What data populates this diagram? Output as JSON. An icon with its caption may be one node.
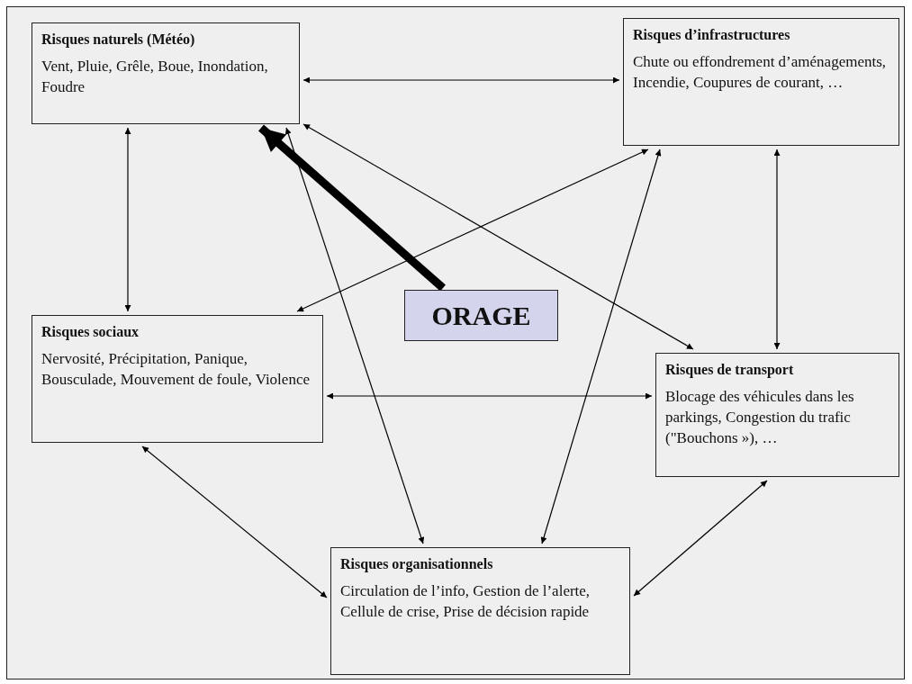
{
  "diagram": {
    "nodes": [
      {
        "text": [
          "Risques naturels (Météo)",
          "Vent, Pluie, Grêle, Boue, Inondation, Foudre"
        ]
      },
      {
        "text": [
          "Risques d’infrastructures",
          "Chute ou effondrement d’aménagements, Incendie, Coupures de courant, …"
        ]
      },
      {
        "text": [
          "ORAGE"
        ]
      },
      {
        "text": [
          "Risques sociaux",
          "Nervosité, Précipitation, Panique, Bousculade, Mouvement de foule, Violence"
        ]
      },
      {
        "text": [
          "Risques de transport",
          "Blocage des véhicules dans les parkings, Congestion du trafic (\"Bouchons  »), …"
        ]
      },
      {
        "text": [
          "Risques organisationnels",
          "Circulation de l’info, Gestion de l’alerte, Cellule de crise, Prise de décision rapide"
        ]
      }
    ],
    "edges": [
      {
        "from": 0,
        "to": 1,
        "arrow": "both"
      },
      {
        "from": 0,
        "to": 3,
        "arrow": "both"
      },
      {
        "from": 1,
        "to": 4,
        "arrow": "both"
      },
      {
        "from": 3,
        "to": 4,
        "arrow": "both"
      },
      {
        "from": 3,
        "to": 5,
        "arrow": "both"
      },
      {
        "from": 4,
        "to": 5,
        "arrow": "both"
      },
      {
        "from": 0,
        "to": 5,
        "arrow": "both"
      },
      {
        "from": 1,
        "to": 5,
        "arrow": "both"
      },
      {
        "from": 0,
        "to": 4,
        "arrow": "both"
      },
      {
        "from": 3,
        "to": 1,
        "arrow": "both"
      },
      {
        "from": 2,
        "to": 0,
        "arrow": "to",
        "style": "thick"
      }
    ]
  }
}
